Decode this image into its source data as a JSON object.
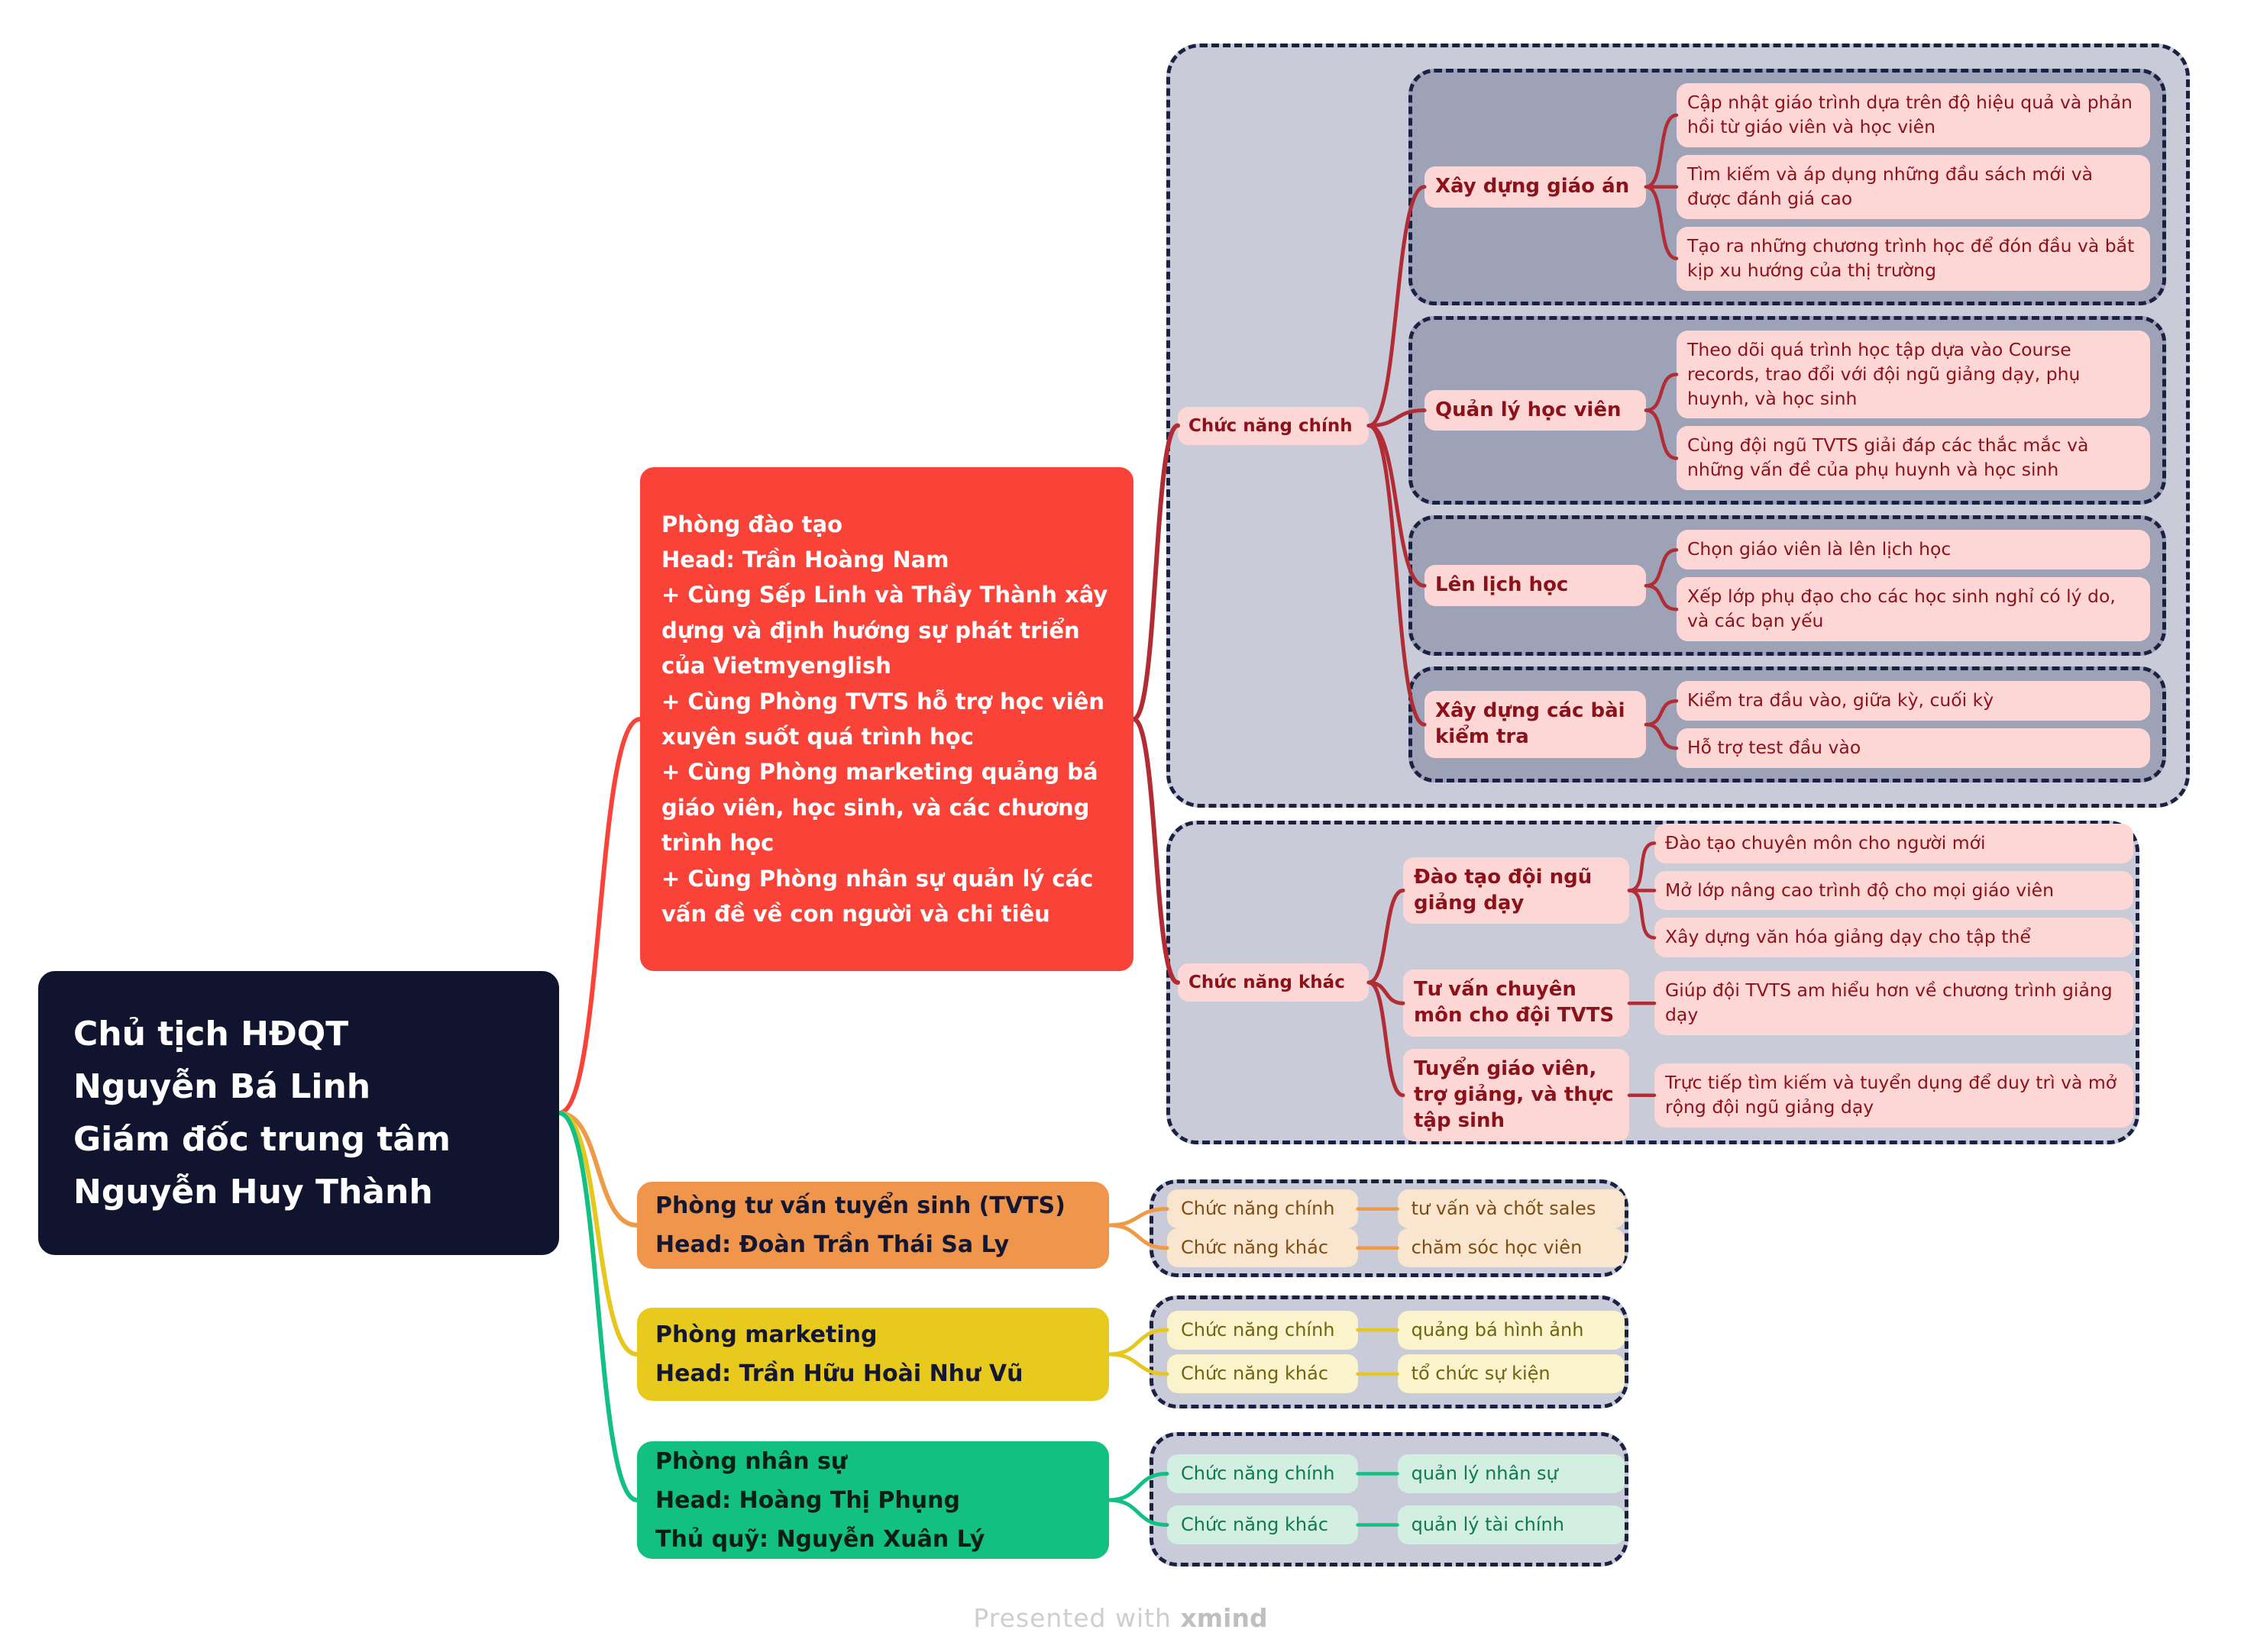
{
  "colors": {
    "training": "#fa4338",
    "tvts": "#ef9a47",
    "marketing": "#e5c71f",
    "hr": "#12c181",
    "maroon": "#b12c34",
    "boundary_border": "#1b2143",
    "boundary_bg": "#c9cbd8",
    "inner_group_bg": "#9da2b6",
    "pink_box": "#fcd7d6"
  },
  "root": {
    "lines": [
      "Chủ tịch HĐQT",
      "Nguyễn Bá Linh",
      "Giám đốc trung tâm",
      "Nguyễn Huy Thành"
    ]
  },
  "branches": {
    "training": {
      "title_lines": [
        "Phòng đào tạo",
        "Head: Trần Hoàng Nam",
        "+ Cùng Sếp Linh và Thầy Thành xây dựng và định hướng sự phát triển của Vietmyenglish",
        "+ Cùng Phòng TVTS hỗ trợ học viên xuyên suốt quá trình học",
        "+ Cùng Phòng marketing quảng bá giáo viên, học sinh, và các chương trình học",
        "+ Cùng Phòng nhân sự quản lý các vấn đề về con người và chi tiêu"
      ],
      "func_main": {
        "label": "Chức năng chính",
        "groups": [
          {
            "topic": "Xây dựng giáo án",
            "leaves": [
              "Cập nhật giáo trình dựa trên độ hiệu quả và phản hồi từ giáo viên và học viên",
              "Tìm kiếm và áp dụng những đầu sách mới và được đánh giá cao",
              "Tạo ra những chương trình học để đón đầu và bắt kịp xu hướng của thị trường"
            ]
          },
          {
            "topic": "Quản lý học viên",
            "leaves": [
              "Theo dõi quá trình học tập dựa vào Course records, trao đổi với đội ngũ giảng dạy, phụ huynh, và học sinh",
              "Cùng đội ngũ TVTS giải đáp các thắc mắc và những vấn đề của phụ huynh và học sinh"
            ]
          },
          {
            "topic": "Lên lịch học",
            "leaves": [
              "Chọn giáo viên là lên lịch học",
              "Xếp lớp phụ đạo cho các học sinh nghỉ có lý do, và các bạn yếu"
            ]
          },
          {
            "topic": "Xây dựng các bài kiểm tra",
            "leaves": [
              "Kiểm tra đầu vào, giữa kỳ, cuối kỳ",
              "Hỗ trợ test đầu vào"
            ]
          }
        ]
      },
      "func_other": {
        "label": "Chức năng khác",
        "groups": [
          {
            "topic": "Đào tạo đội ngũ giảng dạy",
            "leaves": [
              "Đào tạo chuyên môn cho người mới",
              "Mở lớp nâng cao trình độ cho mọi giáo viên",
              "Xây dựng văn hóa giảng dạy cho tập thể"
            ]
          },
          {
            "topic": "Tư vấn chuyên môn cho đội TVTS",
            "leaves": [
              "Giúp đội TVTS am hiểu hơn về chương trình giảng dạy"
            ]
          },
          {
            "topic": "Tuyển giáo viên, trợ giảng, và thực tập sinh",
            "leaves": [
              "Trực tiếp tìm kiếm và tuyển dụng để duy trì và mở rộng đội ngũ giảng dạy"
            ]
          }
        ]
      }
    },
    "tvts": {
      "title_lines": [
        "Phòng tư vấn tuyển sinh (TVTS)",
        "Head: Đoàn Trần Thái Sa Ly"
      ],
      "rows": [
        {
          "label": "Chức năng chính",
          "value": "tư vấn và chốt sales"
        },
        {
          "label": "Chức năng khác",
          "value": "chăm sóc học viên"
        }
      ]
    },
    "marketing": {
      "title_lines": [
        "Phòng marketing",
        "Head: Trần Hữu Hoài Như Vũ"
      ],
      "rows": [
        {
          "label": "Chức năng chính",
          "value": "quảng bá hình ảnh"
        },
        {
          "label": "Chức năng khác",
          "value": "tổ chức sự kiện"
        }
      ]
    },
    "hr": {
      "title_lines": [
        "Phòng nhân sự",
        "Head: Hoàng Thị Phụng",
        "Thủ quỹ: Nguyễn Xuân Lý"
      ],
      "rows": [
        {
          "label": "Chức năng chính",
          "value": "quản lý nhân sự"
        },
        {
          "label": "Chức năng khác",
          "value": "quản lý tài chính"
        }
      ]
    }
  },
  "footer": {
    "text": "Presented with",
    "brand": "xmind"
  }
}
